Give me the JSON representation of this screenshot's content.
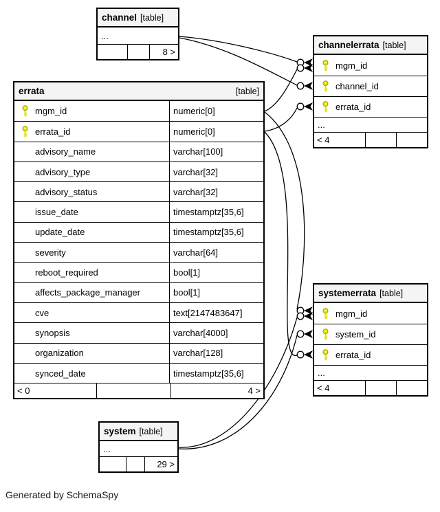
{
  "note": "Generated by SchemaSpy",
  "colors": {
    "key": "#e4e400",
    "key_outline": "#9e9e00",
    "header_bg": "#f4f4f4",
    "border": "#000000",
    "edge": "#000000"
  },
  "tables": {
    "channel": {
      "name": "channel",
      "tag": "[table]",
      "ellipsis": "...",
      "footer": [
        "",
        "",
        "8 >"
      ]
    },
    "channelerrata": {
      "name": "channelerrata",
      "tag": "[table]",
      "rows": [
        {
          "name": "mgm_id",
          "key": true
        },
        {
          "name": "channel_id",
          "key": true
        },
        {
          "name": "errata_id",
          "key": true
        }
      ],
      "ellipsis": "...",
      "footer": [
        "< 4",
        "",
        ""
      ]
    },
    "errata": {
      "name": "errata",
      "tag": "[table]",
      "rows": [
        {
          "name": "mgm_id",
          "type": "numeric[0]",
          "key": true
        },
        {
          "name": "errata_id",
          "type": "numeric[0]",
          "key": true
        },
        {
          "name": "advisory_name",
          "type": "varchar[100]",
          "key": false
        },
        {
          "name": "advisory_type",
          "type": "varchar[32]",
          "key": false
        },
        {
          "name": "advisory_status",
          "type": "varchar[32]",
          "key": false
        },
        {
          "name": "issue_date",
          "type": "timestamptz[35,6]",
          "key": false
        },
        {
          "name": "update_date",
          "type": "timestamptz[35,6]",
          "key": false
        },
        {
          "name": "severity",
          "type": "varchar[64]",
          "key": false
        },
        {
          "name": "reboot_required",
          "type": "bool[1]",
          "key": false
        },
        {
          "name": "affects_package_manager",
          "type": "bool[1]",
          "key": false
        },
        {
          "name": "cve",
          "type": "text[2147483647]",
          "key": false
        },
        {
          "name": "synopsis",
          "type": "varchar[4000]",
          "key": false
        },
        {
          "name": "organization",
          "type": "varchar[128]",
          "key": false
        },
        {
          "name": "synced_date",
          "type": "timestamptz[35,6]",
          "key": false
        }
      ],
      "footer": [
        "< 0",
        "",
        "4 >"
      ]
    },
    "systemerrata": {
      "name": "systemerrata",
      "tag": "[table]",
      "rows": [
        {
          "name": "mgm_id",
          "key": true
        },
        {
          "name": "system_id",
          "key": true
        },
        {
          "name": "errata_id",
          "key": true
        }
      ],
      "ellipsis": "...",
      "footer": [
        "< 4",
        "",
        ""
      ]
    },
    "system": {
      "name": "system",
      "tag": "[table]",
      "ellipsis": "...",
      "footer": [
        "",
        "",
        "29 >"
      ]
    }
  },
  "relationships": [
    {
      "from": "channel",
      "to": "channelerrata.mgm_id"
    },
    {
      "from": "channel",
      "to": "channelerrata.channel_id"
    },
    {
      "from": "errata.mgm_id",
      "to": "channelerrata.mgm_id"
    },
    {
      "from": "errata.errata_id",
      "to": "channelerrata.errata_id"
    },
    {
      "from": "errata.mgm_id",
      "to": "systemerrata.mgm_id"
    },
    {
      "from": "errata.errata_id",
      "to": "systemerrata.errata_id"
    },
    {
      "from": "system",
      "to": "systemerrata.mgm_id"
    },
    {
      "from": "system",
      "to": "systemerrata.system_id"
    }
  ]
}
